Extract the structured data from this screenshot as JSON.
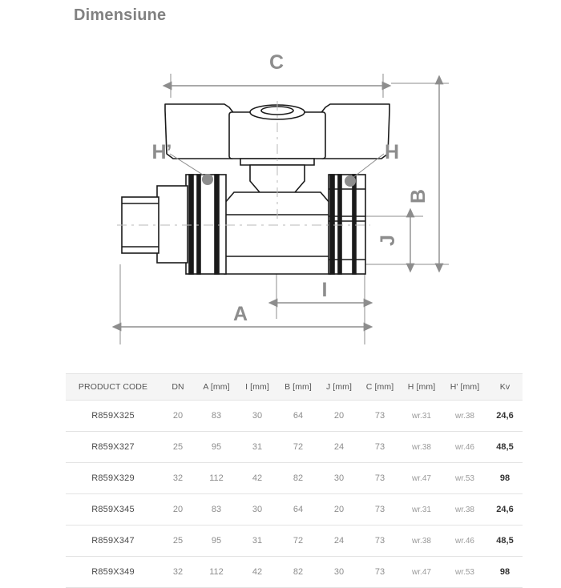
{
  "title": "Dimensiune",
  "colors": {
    "dimension_gray": "#8d8d8d",
    "line_black": "#1a1a1a",
    "title_gray": "#818181",
    "header_bg": "#f5f5f5",
    "border": "#e3e3e3",
    "marker_dot": "#8d8d8d"
  },
  "drawing": {
    "name": "ball-valve-dimension-drawing",
    "dimension_labels": [
      {
        "id": "C",
        "label": "C",
        "orientation": "horizontal",
        "position": "top"
      },
      {
        "id": "B",
        "label": "B",
        "orientation": "vertical",
        "position": "right-outer"
      },
      {
        "id": "J",
        "label": "J",
        "orientation": "vertical",
        "position": "right-inner"
      },
      {
        "id": "A",
        "label": "A",
        "orientation": "horizontal",
        "position": "bottom-outer"
      },
      {
        "id": "I",
        "label": "I",
        "orientation": "horizontal",
        "position": "bottom-inner"
      },
      {
        "id": "H",
        "label": "H",
        "orientation": "horizontal",
        "position": "right-callout"
      },
      {
        "id": "Hp",
        "label": "H’",
        "orientation": "horizontal",
        "position": "left-callout"
      }
    ]
  },
  "table": {
    "columns": [
      "PRODUCT CODE",
      "DN",
      "A [mm]",
      "I [mm]",
      "B [mm]",
      "J [mm]",
      "C [mm]",
      "H [mm]",
      "H' [mm]",
      "Kv"
    ],
    "rows": [
      {
        "code": "R859X325",
        "dn": "20",
        "a": "83",
        "i": "30",
        "b": "64",
        "j": "20",
        "c": "73",
        "h": "wr.31",
        "hp": "wr.38",
        "kv": "24,6"
      },
      {
        "code": "R859X327",
        "dn": "25",
        "a": "95",
        "i": "31",
        "b": "72",
        "j": "24",
        "c": "73",
        "h": "wr.38",
        "hp": "wr.46",
        "kv": "48,5"
      },
      {
        "code": "R859X329",
        "dn": "32",
        "a": "112",
        "i": "42",
        "b": "82",
        "j": "30",
        "c": "73",
        "h": "wr.47",
        "hp": "wr.53",
        "kv": "98"
      },
      {
        "code": "R859X345",
        "dn": "20",
        "a": "83",
        "i": "30",
        "b": "64",
        "j": "20",
        "c": "73",
        "h": "wr.31",
        "hp": "wr.38",
        "kv": "24,6"
      },
      {
        "code": "R859X347",
        "dn": "25",
        "a": "95",
        "i": "31",
        "b": "72",
        "j": "24",
        "c": "73",
        "h": "wr.38",
        "hp": "wr.46",
        "kv": "48,5"
      },
      {
        "code": "R859X349",
        "dn": "32",
        "a": "112",
        "i": "42",
        "b": "82",
        "j": "30",
        "c": "73",
        "h": "wr.47",
        "hp": "wr.53",
        "kv": "98"
      }
    ]
  }
}
